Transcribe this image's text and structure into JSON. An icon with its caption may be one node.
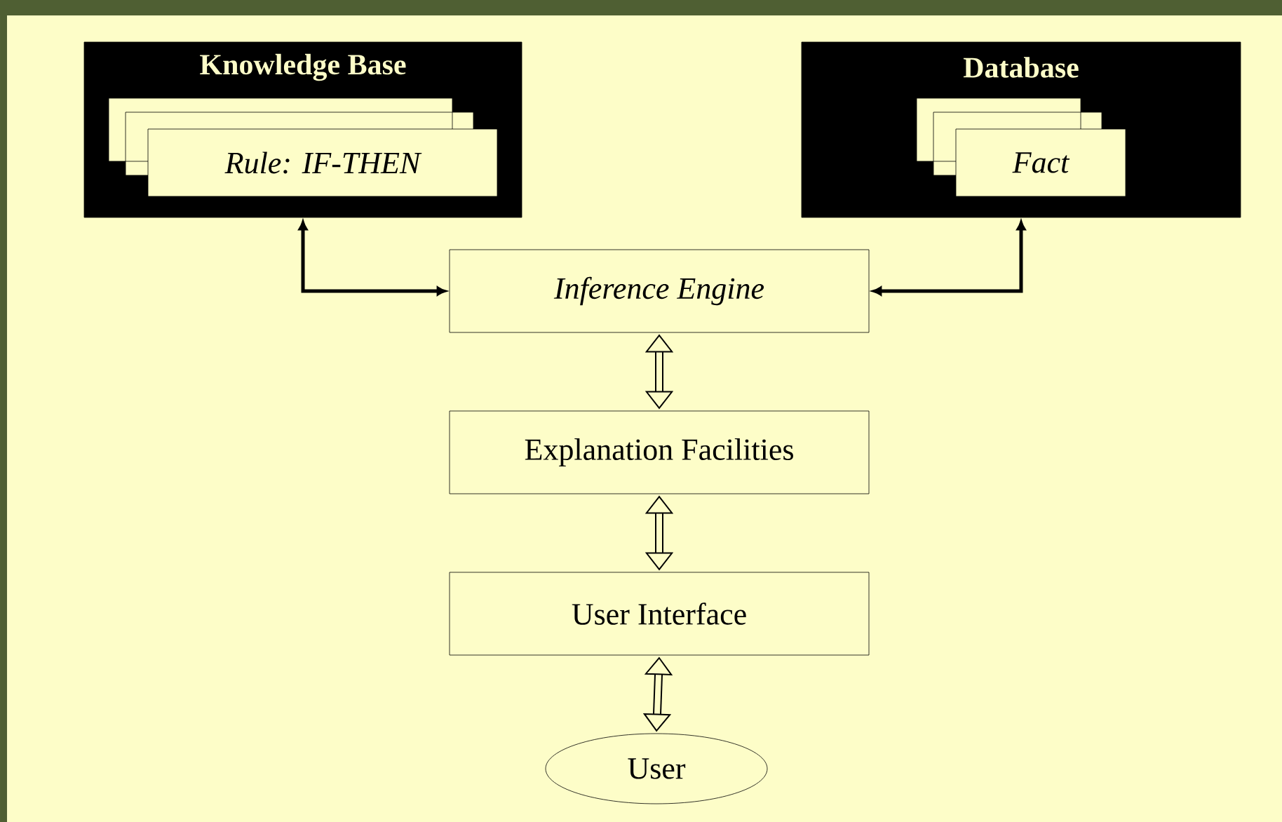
{
  "diagram": {
    "nodes": [
      {
        "text": [
          "Knowledge Base"
        ]
      },
      {
        "text": [
          "Rule: IF-THEN"
        ],
        "in": 0
      },
      {
        "text": [
          "Database"
        ]
      },
      {
        "text": [
          "Fact"
        ],
        "in": 2
      },
      {
        "text": [
          "Inference Engine"
        ]
      },
      {
        "text": [
          "Explanation Facilities"
        ]
      },
      {
        "text": [
          "User Interface"
        ]
      },
      {
        "text": [
          "User"
        ]
      }
    ],
    "edges": [
      {
        "from": 0,
        "to": 4,
        "arrow": "both"
      },
      {
        "from": 2,
        "to": 4,
        "arrow": "both"
      },
      {
        "from": 4,
        "to": 5,
        "arrow": "both"
      },
      {
        "from": 5,
        "to": 6,
        "arrow": "both"
      },
      {
        "from": 6,
        "to": 7,
        "arrow": "both"
      }
    ]
  }
}
